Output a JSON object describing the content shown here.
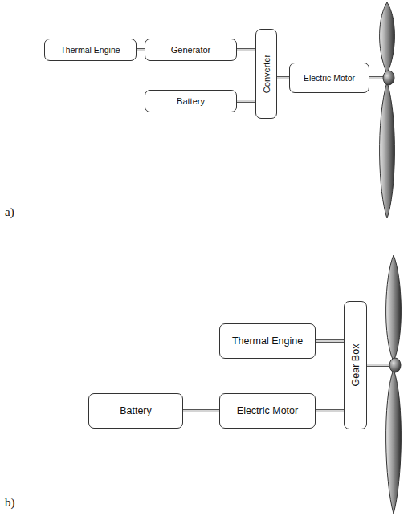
{
  "diagram": {
    "nodes": [
      {
        "text": [
          "Thermal Engine"
        ]
      },
      {
        "text": [
          "Generator"
        ]
      },
      {
        "text": [
          "Battery"
        ]
      },
      {
        "text": [
          "Converter"
        ]
      },
      {
        "text": [
          "Electric Motor"
        ]
      },
      {
        "text": [
          "Thermal Engine"
        ]
      },
      {
        "text": [
          "Gear Box"
        ]
      },
      {
        "text": [
          "Battery"
        ]
      },
      {
        "text": [
          "Electric Motor"
        ]
      }
    ],
    "edges": [
      {
        "from": 0,
        "to": 1,
        "arrow": "none"
      },
      {
        "from": 1,
        "to": 3,
        "arrow": "none"
      },
      {
        "from": 2,
        "to": 3,
        "arrow": "none"
      },
      {
        "from": 3,
        "to": 4,
        "arrow": "none"
      },
      {
        "from": 5,
        "to": 6,
        "arrow": "none"
      },
      {
        "from": 7,
        "to": 8,
        "arrow": "none"
      },
      {
        "from": 8,
        "to": 6,
        "arrow": "none"
      }
    ],
    "labels": [
      "a)",
      "b)"
    ]
  }
}
